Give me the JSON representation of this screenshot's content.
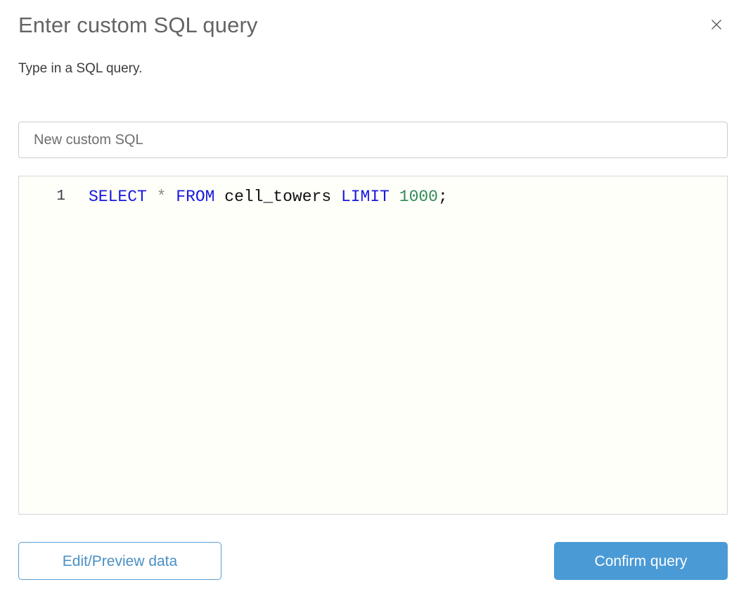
{
  "dialog": {
    "title": "Enter custom SQL query",
    "subtitle": "Type in a SQL query.",
    "close_icon": "close-icon"
  },
  "name_field": {
    "value": "",
    "placeholder": "New custom SQL"
  },
  "editor": {
    "line_number": "1",
    "query": "SELECT * FROM cell_towers LIMIT 1000;",
    "tokens": {
      "select": "SELECT",
      "space1": " ",
      "star": "*",
      "space2": " ",
      "from": "FROM",
      "space3": " ",
      "table": "cell_towers",
      "space4": " ",
      "limit": "LIMIT",
      "space5": " ",
      "number": "1000",
      "semicolon": ";"
    }
  },
  "footer": {
    "edit_preview_label": "Edit/Preview data",
    "confirm_label": "Confirm query"
  },
  "colors": {
    "accent": "#4a9ad6",
    "accent_border": "#5a9fd4",
    "keyword": "#1818e0",
    "number": "#2e8b57",
    "operator": "#8a8a8a",
    "title": "#646464"
  }
}
